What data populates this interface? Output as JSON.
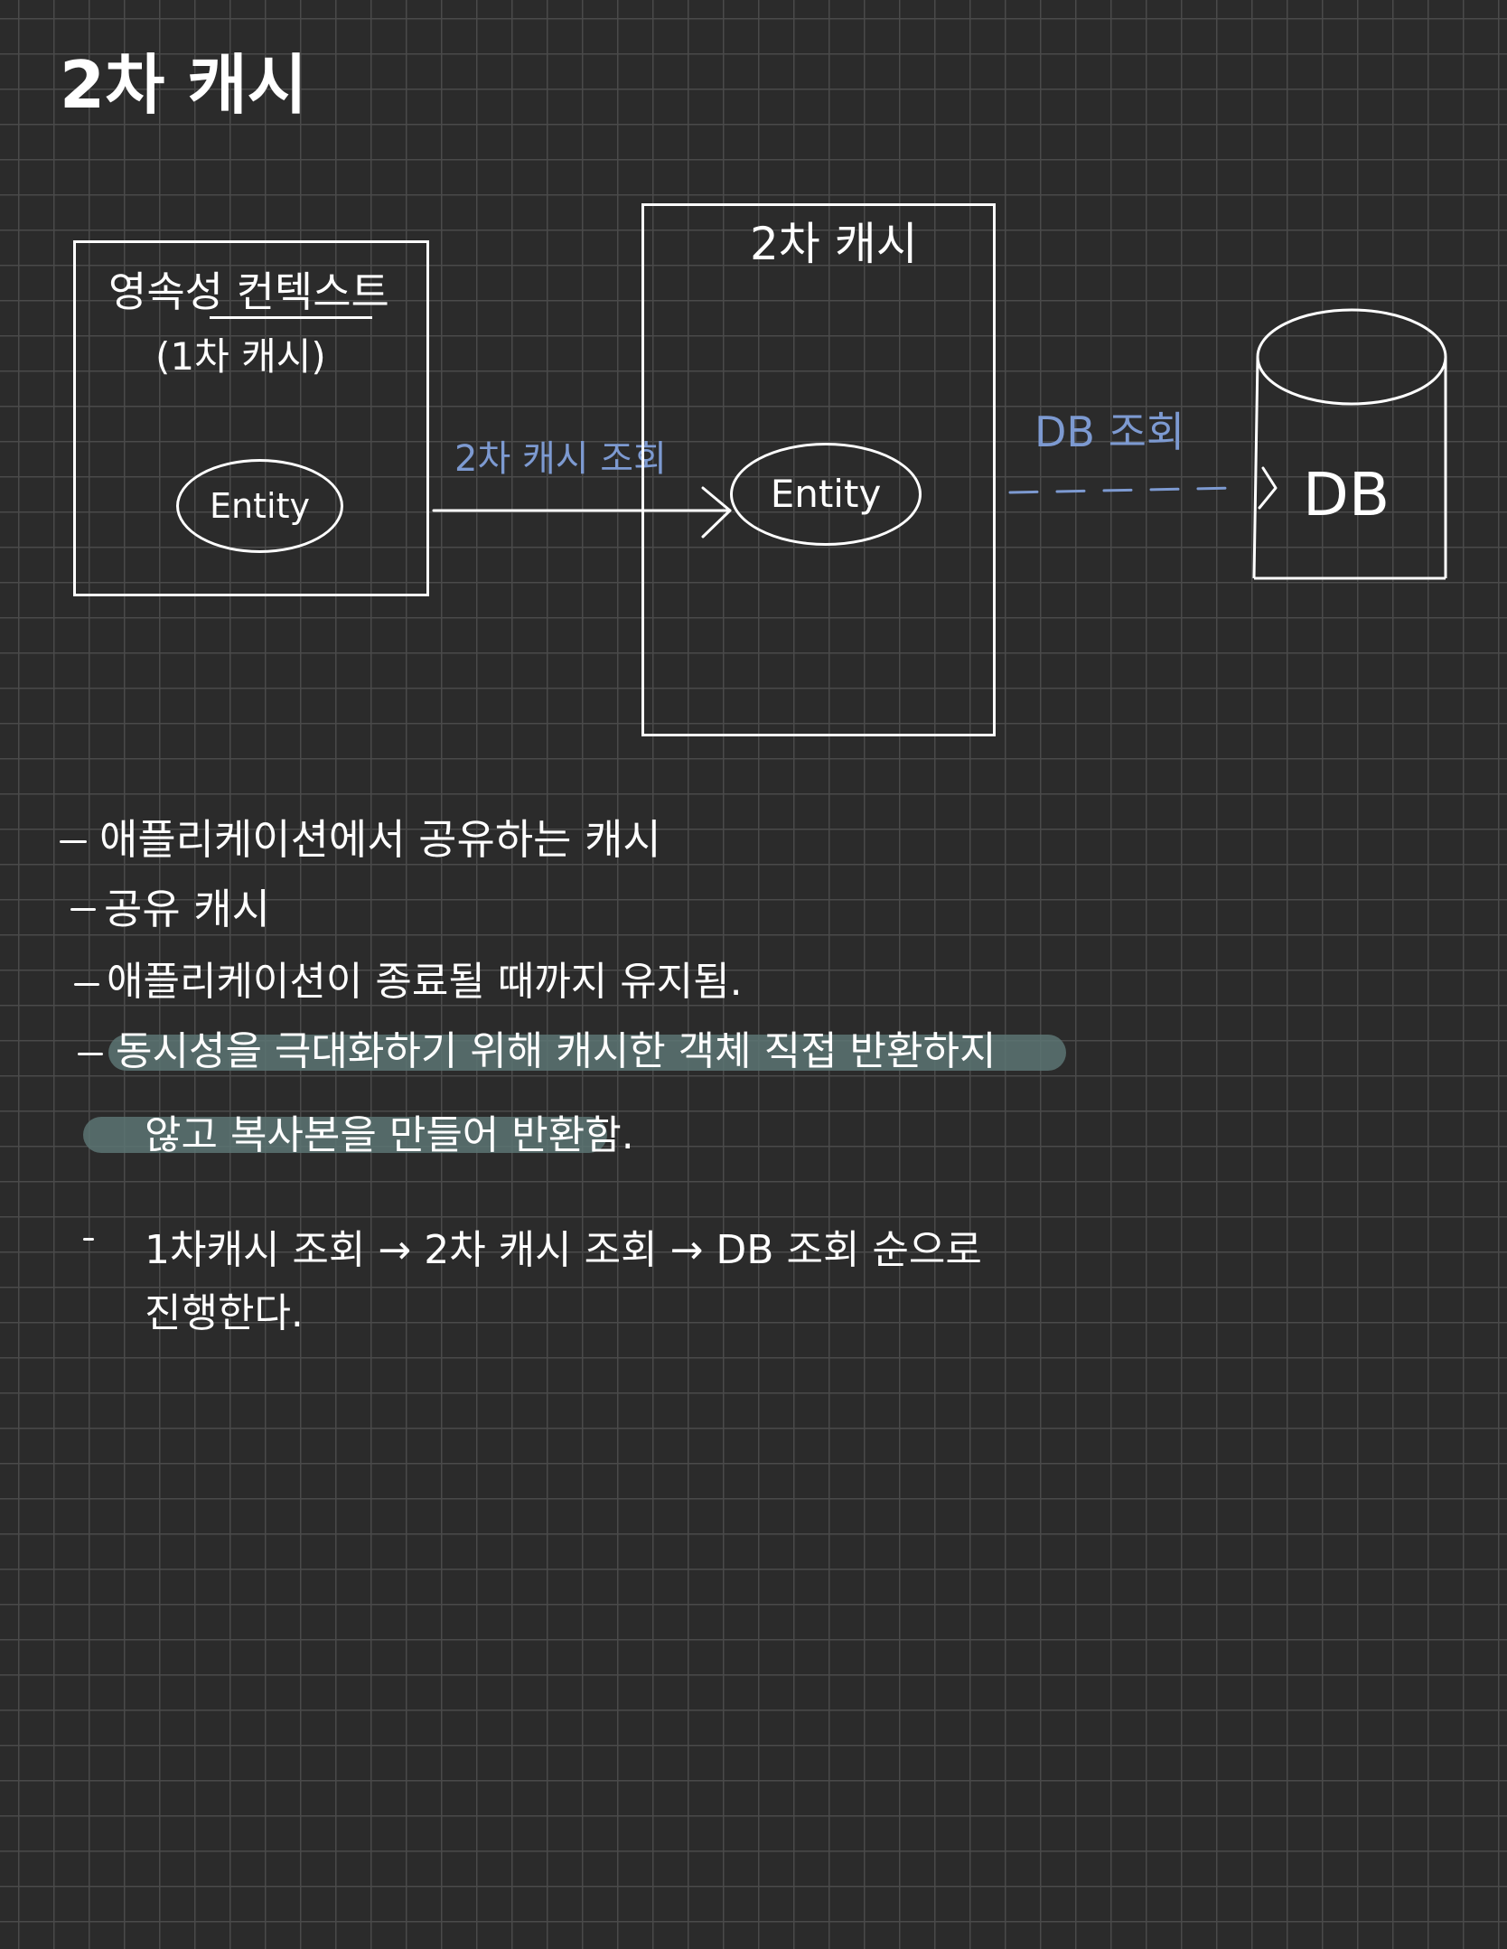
{
  "title": "2차 캐시",
  "diagram": {
    "persistence_context": {
      "label": "영속성 컨텍스트",
      "sublabel": "(1차 캐시)",
      "entity": "Entity"
    },
    "second_level_cache": {
      "label": "2차 캐시",
      "entity": "Entity"
    },
    "arrow_label_lookup_2nd": "2차 캐시 조회",
    "arrow_label_db": "DB 조회",
    "database": {
      "label": "DB"
    }
  },
  "notes": [
    "애플리케이션에서 공유하는 캐시",
    "공유 캐시",
    "애플리케이션이 종료될 때까지 유지됨.",
    "동시성을 극대화하기 위해 캐시한 객체 직접 반환하지",
    "않고 복사본을 만들어 반환함.",
    "1차캐시 조회 → 2차 캐시 조회 → DB 조회 순으로",
    "진행한다."
  ],
  "colors": {
    "background": "#2b2b2b",
    "grid": "#4a4a4a",
    "ink": "#ffffff",
    "annotation_blue": "#7d9ad1",
    "highlight": "#5c7473"
  }
}
